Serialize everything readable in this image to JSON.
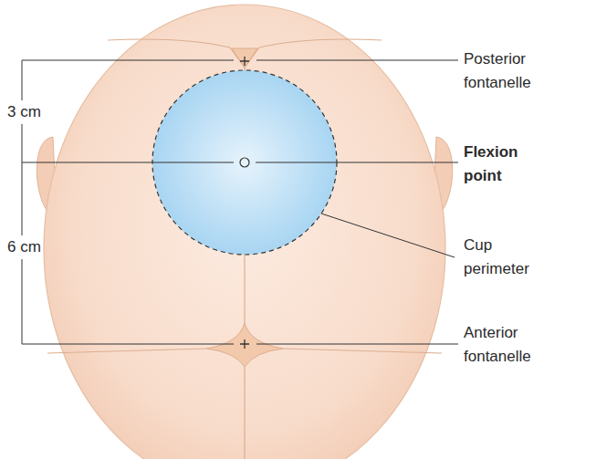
{
  "diagram": {
    "labels": [
      "Posterior fontanelle",
      "Flexion point",
      "Cup perimeter",
      "Anterior fontanelle",
      "3 cm",
      "6 cm"
    ]
  }
}
